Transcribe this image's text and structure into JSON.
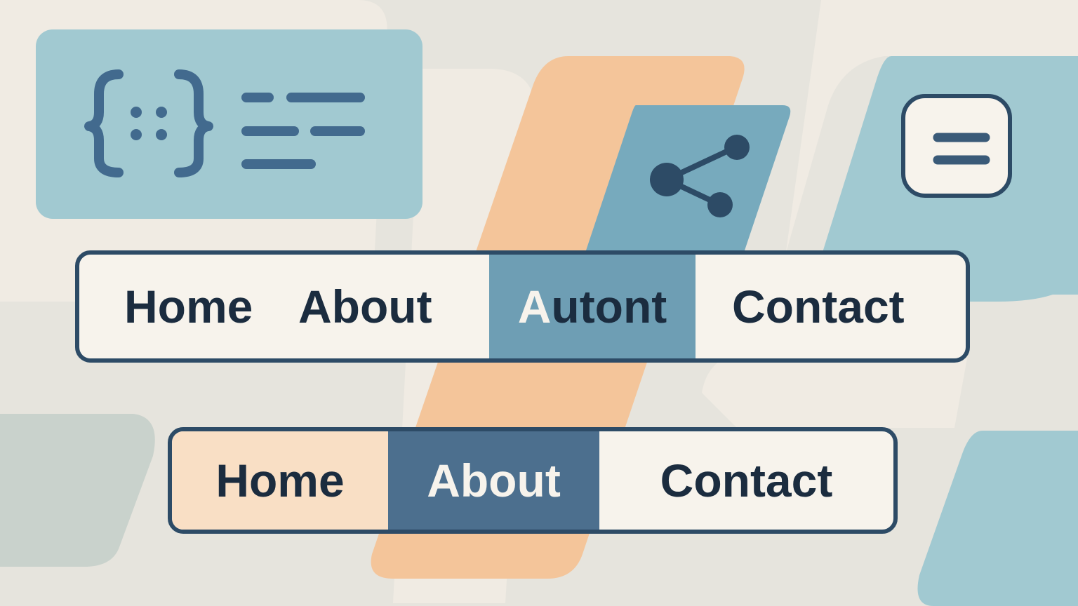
{
  "colors": {
    "background": "#e6e4dd",
    "cream": "#f7f3ec",
    "peach": "#f4c59a",
    "light_blue": "#a1c9d1",
    "mid_blue": "#77aabd",
    "active_blue": "#6e9eb4",
    "dark_blue": "#4c6f8e",
    "outline": "#2d4b66",
    "text_dark": "#1b2c3f"
  },
  "icons": {
    "code_card": "braces-code-icon",
    "text_lines": "text-lines-icon",
    "share": "share-icon",
    "menu": "menu-icon"
  },
  "nav_primary": {
    "items": [
      {
        "label": "Home"
      },
      {
        "label": "About"
      },
      {
        "label_first": "A",
        "label_rest": "utont"
      },
      {
        "label": "Contact"
      }
    ],
    "active_index": 2
  },
  "nav_secondary": {
    "items": [
      {
        "label": "Home"
      },
      {
        "label": "About"
      },
      {
        "label": "Contact"
      }
    ],
    "active_index": 1
  }
}
